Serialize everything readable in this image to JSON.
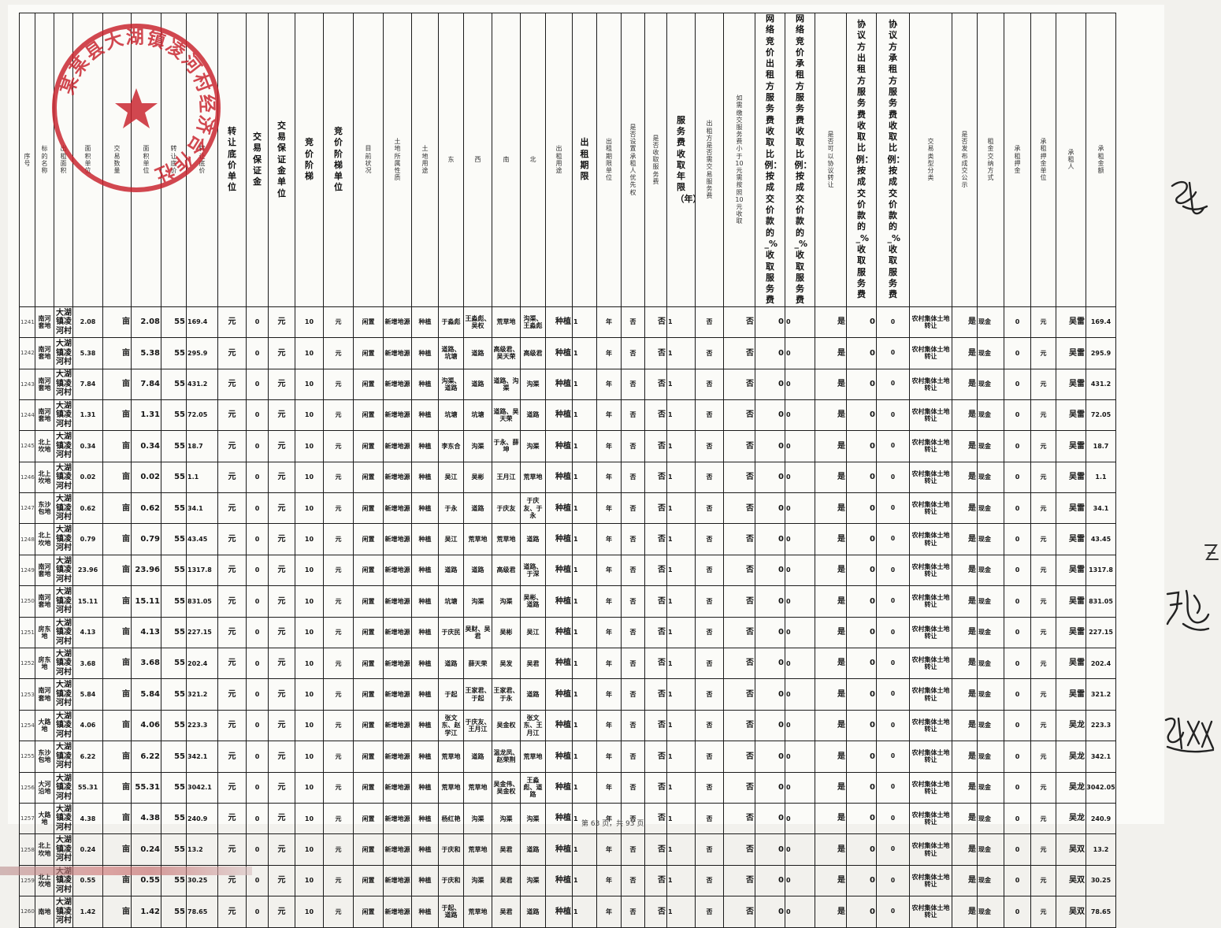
{
  "headers": [
    "序号",
    "标的名称",
    "出租面积",
    "面积单位",
    "交易数量",
    "转让底价",
    "转让底价",
    "转让底价单位",
    "交易保证金",
    "交易保证金单位",
    "竞价阶梯",
    "竞价阶梯单位",
    "目前状况",
    "土地所属性质",
    "土地用途",
    "东",
    "西",
    "南",
    "北",
    "出租用途",
    "出租期限",
    "出租期限单位",
    "是否设置承租人优先权",
    "是否收取服务费",
    "服务费收取年限（年）",
    "出租方是否需交易服务费",
    "如需缴交服务费小于10元需按照10元收取",
    "网络竞价出租方服务费收取比例：按成交价款的_%收取服务费",
    "网络竞价承租方服务费收取比例：按成交价款的_%收取服务费",
    "是否可以协议转让",
    "协议方出租方服务费收取比例：按成交价款的_%收取服务费",
    "协议方承租方服务费收取比例：按成交价款的_%收取服务费",
    "交易类型分类",
    "是否发布成交公示",
    "租金交纳方式",
    "承租押金",
    "承租押金单位",
    "承租人",
    "承租金额"
  ],
  "rows": [
    [
      "1241",
      "南河套地",
      "大湖镇凌河村",
      "2.08",
      "亩",
      "2.08",
      "55",
      "169.4",
      "元",
      "0",
      "元",
      "10",
      "元",
      "闲置",
      "新增地源",
      "种植",
      "于淼彪",
      "王淼彪、吴权",
      "荒草地",
      "沟渠、王淼彪",
      "种植",
      "1",
      "年",
      "否",
      "否",
      "1",
      "否",
      "否",
      "0",
      "0",
      "是",
      "0",
      "0",
      "农村集体土地转让",
      "是",
      "现金",
      "0",
      "元",
      "吴雷",
      "169.4"
    ],
    [
      "1242",
      "南河套地",
      "大湖镇凌河村",
      "5.38",
      "亩",
      "5.38",
      "55",
      "295.9",
      "元",
      "0",
      "元",
      "10",
      "元",
      "闲置",
      "新增地源",
      "种植",
      "道路、坑塘",
      "道路",
      "高级君、吴天荣",
      "高级君",
      "种植",
      "1",
      "年",
      "否",
      "否",
      "1",
      "否",
      "否",
      "0",
      "0",
      "是",
      "0",
      "0",
      "农村集体土地转让",
      "是",
      "现金",
      "0",
      "元",
      "吴雷",
      "295.9"
    ],
    [
      "1243",
      "南河套地",
      "大湖镇凌河村",
      "7.84",
      "亩",
      "7.84",
      "55",
      "431.2",
      "元",
      "0",
      "元",
      "10",
      "元",
      "闲置",
      "新增地源",
      "种植",
      "沟渠、道路",
      "道路",
      "道路、沟渠",
      "沟渠",
      "种植",
      "1",
      "年",
      "否",
      "否",
      "1",
      "否",
      "否",
      "0",
      "0",
      "是",
      "0",
      "0",
      "农村集体土地转让",
      "是",
      "现金",
      "0",
      "元",
      "吴雷",
      "431.2"
    ],
    [
      "1244",
      "南河套地",
      "大湖镇凌河村",
      "1.31",
      "亩",
      "1.31",
      "55",
      "72.05",
      "元",
      "0",
      "元",
      "10",
      "元",
      "闲置",
      "新增地源",
      "种植",
      "坑塘",
      "坑塘",
      "道路、吴天荣",
      "道路",
      "种植",
      "1",
      "年",
      "否",
      "否",
      "1",
      "否",
      "否",
      "0",
      "0",
      "是",
      "0",
      "0",
      "农村集体土地转让",
      "是",
      "现金",
      "0",
      "元",
      "吴雷",
      "72.05"
    ],
    [
      "1245",
      "北上坎地",
      "大湖镇凌河村",
      "0.34",
      "亩",
      "0.34",
      "55",
      "18.7",
      "元",
      "0",
      "元",
      "10",
      "元",
      "闲置",
      "新增地源",
      "种植",
      "李东合",
      "沟渠",
      "于永、薛坤",
      "沟渠",
      "种植",
      "1",
      "年",
      "否",
      "否",
      "1",
      "否",
      "否",
      "0",
      "0",
      "是",
      "0",
      "0",
      "农村集体土地转让",
      "是",
      "现金",
      "0",
      "元",
      "吴雷",
      "18.7"
    ],
    [
      "1246",
      "北上坎地",
      "大湖镇凌河村",
      "0.02",
      "亩",
      "0.02",
      "55",
      "1.1",
      "元",
      "0",
      "元",
      "10",
      "元",
      "闲置",
      "新增地源",
      "种植",
      "吴江",
      "吴彬",
      "王月江",
      "荒草地",
      "种植",
      "1",
      "年",
      "否",
      "否",
      "1",
      "否",
      "否",
      "0",
      "0",
      "是",
      "0",
      "0",
      "农村集体土地转让",
      "是",
      "现金",
      "0",
      "元",
      "吴雷",
      "1.1"
    ],
    [
      "1247",
      "东沙包地",
      "大湖镇凌河村",
      "0.62",
      "亩",
      "0.62",
      "55",
      "34.1",
      "元",
      "0",
      "元",
      "10",
      "元",
      "闲置",
      "新增地源",
      "种植",
      "于永",
      "道路",
      "于庆友",
      "于庆友、于永",
      "种植",
      "1",
      "年",
      "否",
      "否",
      "1",
      "否",
      "否",
      "0",
      "0",
      "是",
      "0",
      "0",
      "农村集体土地转让",
      "是",
      "现金",
      "0",
      "元",
      "吴雷",
      "34.1"
    ],
    [
      "1248",
      "北上坎地",
      "大湖镇凌河村",
      "0.79",
      "亩",
      "0.79",
      "55",
      "43.45",
      "元",
      "0",
      "元",
      "10",
      "元",
      "闲置",
      "新增地源",
      "种植",
      "吴江",
      "荒草地",
      "荒草地",
      "道路",
      "种植",
      "1",
      "年",
      "否",
      "否",
      "1",
      "否",
      "否",
      "0",
      "0",
      "是",
      "0",
      "0",
      "农村集体土地转让",
      "是",
      "现金",
      "0",
      "元",
      "吴雷",
      "43.45"
    ],
    [
      "1249",
      "南河套地",
      "大湖镇凌河村",
      "23.96",
      "亩",
      "23.96",
      "55",
      "1317.8",
      "元",
      "0",
      "元",
      "10",
      "元",
      "闲置",
      "新增地源",
      "种植",
      "道路",
      "道路",
      "高级君",
      "道路、于深",
      "种植",
      "1",
      "年",
      "否",
      "否",
      "1",
      "否",
      "否",
      "0",
      "0",
      "是",
      "0",
      "0",
      "农村集体土地转让",
      "是",
      "现金",
      "0",
      "元",
      "吴雷",
      "1317.8"
    ],
    [
      "1250",
      "南河套地",
      "大湖镇凌河村",
      "15.11",
      "亩",
      "15.11",
      "55",
      "831.05",
      "元",
      "0",
      "元",
      "10",
      "元",
      "闲置",
      "新增地源",
      "种植",
      "坑塘",
      "沟渠",
      "沟渠",
      "吴彬、道路",
      "种植",
      "1",
      "年",
      "否",
      "否",
      "1",
      "否",
      "否",
      "0",
      "0",
      "是",
      "0",
      "0",
      "农村集体土地转让",
      "是",
      "现金",
      "0",
      "元",
      "吴雷",
      "831.05"
    ],
    [
      "1251",
      "房东地",
      "大湖镇凌河村",
      "4.13",
      "亩",
      "4.13",
      "55",
      "227.15",
      "元",
      "0",
      "元",
      "10",
      "元",
      "闲置",
      "新增地源",
      "种植",
      "于庆民",
      "吴财、吴君",
      "吴彬",
      "吴江",
      "种植",
      "1",
      "年",
      "否",
      "否",
      "1",
      "否",
      "否",
      "0",
      "0",
      "是",
      "0",
      "0",
      "农村集体土地转让",
      "是",
      "现金",
      "0",
      "元",
      "吴雷",
      "227.15"
    ],
    [
      "1252",
      "房东地",
      "大湖镇凌河村",
      "3.68",
      "亩",
      "3.68",
      "55",
      "202.4",
      "元",
      "0",
      "元",
      "10",
      "元",
      "闲置",
      "新增地源",
      "种植",
      "道路",
      "薛天荣",
      "吴发",
      "吴君",
      "种植",
      "1",
      "年",
      "否",
      "否",
      "1",
      "否",
      "否",
      "0",
      "0",
      "是",
      "0",
      "0",
      "农村集体土地转让",
      "是",
      "现金",
      "0",
      "元",
      "吴雷",
      "202.4"
    ],
    [
      "1253",
      "南河套地",
      "大湖镇凌河村",
      "5.84",
      "亩",
      "5.84",
      "55",
      "321.2",
      "元",
      "0",
      "元",
      "10",
      "元",
      "闲置",
      "新增地源",
      "种植",
      "于起",
      "王家君、于起",
      "王家君、于永",
      "道路",
      "种植",
      "1",
      "年",
      "否",
      "否",
      "1",
      "否",
      "否",
      "0",
      "0",
      "是",
      "0",
      "0",
      "农村集体土地转让",
      "是",
      "现金",
      "0",
      "元",
      "吴雷",
      "321.2"
    ],
    [
      "1254",
      "大路地",
      "大湖镇凌河村",
      "4.06",
      "亩",
      "4.06",
      "55",
      "223.3",
      "元",
      "0",
      "元",
      "10",
      "元",
      "闲置",
      "新增地源",
      "种植",
      "张文东、赵学江",
      "于庆友、王月江",
      "吴金权",
      "张文东、王月江",
      "种植",
      "1",
      "年",
      "否",
      "否",
      "1",
      "否",
      "否",
      "0",
      "0",
      "是",
      "0",
      "0",
      "农村集体土地转让",
      "是",
      "现金",
      "0",
      "元",
      "吴龙",
      "223.3"
    ],
    [
      "1255",
      "东沙包地",
      "大湖镇凌河村",
      "6.22",
      "亩",
      "6.22",
      "55",
      "342.1",
      "元",
      "0",
      "元",
      "10",
      "元",
      "闲置",
      "新增地源",
      "种植",
      "荒草地",
      "道路",
      "温龙凤、赵荣荆",
      "荒草地",
      "种植",
      "1",
      "年",
      "否",
      "否",
      "1",
      "否",
      "否",
      "0",
      "0",
      "是",
      "0",
      "0",
      "农村集体土地转让",
      "是",
      "现金",
      "0",
      "元",
      "吴龙",
      "342.1"
    ],
    [
      "1256",
      "大河沿地",
      "大湖镇凌河村",
      "55.31",
      "亩",
      "55.31",
      "55",
      "3042.1",
      "元",
      "0",
      "元",
      "10",
      "元",
      "闲置",
      "新增地源",
      "种植",
      "荒草地",
      "荒草地",
      "吴金伟、吴金权",
      "王淼彪、道路",
      "种植",
      "1",
      "年",
      "否",
      "否",
      "1",
      "否",
      "否",
      "0",
      "0",
      "是",
      "0",
      "0",
      "农村集体土地转让",
      "是",
      "现金",
      "0",
      "元",
      "吴龙",
      "3042.05"
    ],
    [
      "1257",
      "大路地",
      "大湖镇凌河村",
      "4.38",
      "亩",
      "4.38",
      "55",
      "240.9",
      "元",
      "0",
      "元",
      "10",
      "元",
      "闲置",
      "新增地源",
      "种植",
      "杨红艳",
      "沟渠",
      "沟渠",
      "沟渠",
      "种植",
      "1",
      "年",
      "否",
      "否",
      "1",
      "否",
      "否",
      "0",
      "0",
      "是",
      "0",
      "0",
      "农村集体土地转让",
      "是",
      "现金",
      "0",
      "元",
      "吴龙",
      "240.9"
    ],
    [
      "1258",
      "北上坎地",
      "大湖镇凌河村",
      "0.24",
      "亩",
      "0.24",
      "55",
      "13.2",
      "元",
      "0",
      "元",
      "10",
      "元",
      "闲置",
      "新增地源",
      "种植",
      "于庆和",
      "荒草地",
      "吴君",
      "道路",
      "种植",
      "1",
      "年",
      "否",
      "否",
      "1",
      "否",
      "否",
      "0",
      "0",
      "是",
      "0",
      "0",
      "农村集体土地转让",
      "是",
      "现金",
      "0",
      "元",
      "吴双",
      "13.2"
    ],
    [
      "1259",
      "北上坎地",
      "大湖镇凌河村",
      "0.55",
      "亩",
      "0.55",
      "55",
      "30.25",
      "元",
      "0",
      "元",
      "10",
      "元",
      "闲置",
      "新增地源",
      "种植",
      "于庆和",
      "沟渠",
      "吴君",
      "沟渠",
      "种植",
      "1",
      "年",
      "否",
      "否",
      "1",
      "否",
      "否",
      "0",
      "0",
      "是",
      "0",
      "0",
      "农村集体土地转让",
      "是",
      "现金",
      "0",
      "元",
      "吴双",
      "30.25"
    ],
    [
      "1260",
      "南地",
      "大湖镇凌河村",
      "1.42",
      "亩",
      "1.42",
      "55",
      "78.65",
      "元",
      "0",
      "元",
      "10",
      "元",
      "闲置",
      "新增地源",
      "种植",
      "于起、道路",
      "荒草地",
      "吴君",
      "道路",
      "种植",
      "1",
      "年",
      "否",
      "否",
      "1",
      "否",
      "否",
      "0",
      "0",
      "是",
      "0",
      "0",
      "农村集体土地转让",
      "是",
      "现金",
      "0",
      "元",
      "吴双",
      "78.65"
    ]
  ],
  "footer": "第 63 页，共 93 页",
  "seal": {
    "text": "某某县大湖镇凌河村经济合作社",
    "color": "#c8202a"
  },
  "signatures": [
    "吴雷",
    "吴龙",
    "吴双"
  ]
}
